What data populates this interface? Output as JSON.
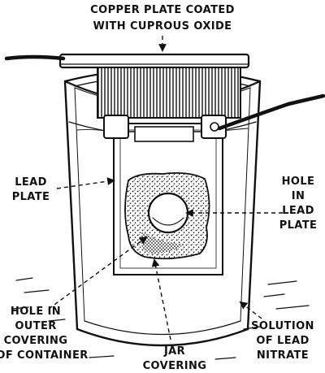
{
  "labels": {
    "top_line1": "COPPER PLATE COATED",
    "top_line2": "WITH CUPROUS OXIDE",
    "lead_plate_line1": "LEAD",
    "lead_plate_line2": "PLATE",
    "hole_lead_line1": "HOLE",
    "hole_lead_line2": "IN",
    "hole_lead_line3": "LEAD",
    "hole_lead_line4": "PLATE",
    "hole_outer_line1": "HOLE IN",
    "hole_outer_line2": "OUTER",
    "hole_outer_line3": "COVERING",
    "hole_outer_line4": "OF CONTAINER",
    "jar_line1": "JAR",
    "jar_line2": "COVERING",
    "solution_line1": "SOLUTION",
    "solution_line2": "OF LEAD",
    "solution_line3": "NITRATE"
  }
}
